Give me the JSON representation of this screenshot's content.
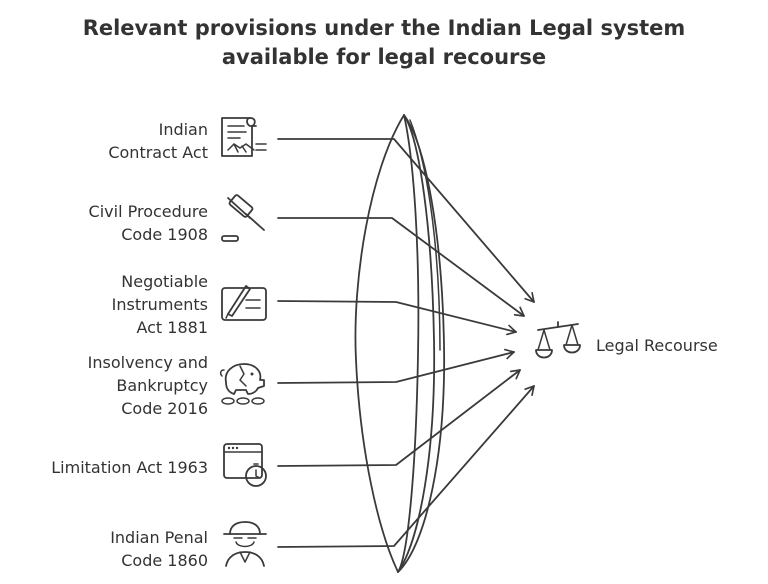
{
  "title": {
    "line1": "Relevant provisions under the Indian Legal system",
    "line2": "available for legal recourse"
  },
  "sources": [
    {
      "lines": [
        "Indian",
        "Contract Act"
      ],
      "icon": "contract-handshake-icon"
    },
    {
      "lines": [
        "Civil Procedure",
        "Code 1908"
      ],
      "icon": "gavel-icon"
    },
    {
      "lines": [
        "Negotiable",
        "Instruments",
        "Act 1881"
      ],
      "icon": "signed-document-icon"
    },
    {
      "lines": [
        "Insolvency and",
        "Bankruptcy",
        "Code 2016"
      ],
      "icon": "broken-piggy-bank-icon"
    },
    {
      "lines": [
        "Limitation Act 1963"
      ],
      "icon": "browser-timer-icon"
    },
    {
      "lines": [
        "Indian Penal",
        "Code 1860"
      ],
      "icon": "detective-icon"
    }
  ],
  "target": {
    "label": "Legal Recourse",
    "icon": "scales-of-justice-icon"
  },
  "colors": {
    "ink": "#333333",
    "background": "#ffffff"
  }
}
